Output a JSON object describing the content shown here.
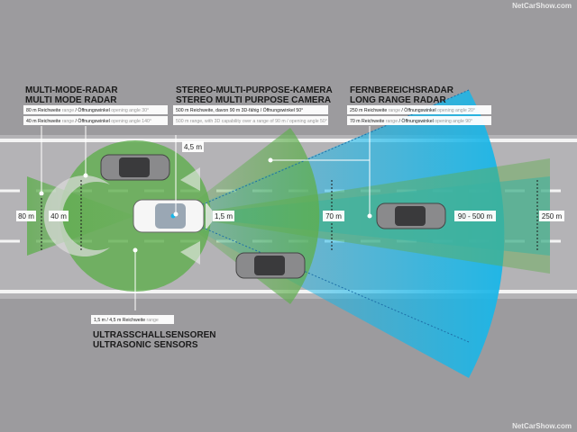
{
  "watermark": "NetCarShow.com",
  "multi_mode_radar": {
    "title_de": "MULTI-MODE-RADAR",
    "title_en": "MULTI MODE RADAR",
    "line1": {
      "de": "80 m Reichweite",
      "en": "range",
      "sep": " / ",
      "de2": "Öffnungswinkel",
      "en2": "opening angle 30°"
    },
    "line2": {
      "de": "40 m Reichweite",
      "en": "range",
      "sep": " / ",
      "de2": "Öffnungswinkel",
      "en2": "opening angle 140°"
    }
  },
  "stereo_camera": {
    "title_de": "STEREO-MULTI-PURPOSE-KAMERA",
    "title_en": "STEREO MULTI PURPOSE CAMERA",
    "line1": "500 m Reichweite, davon 90 m 3D-fähig / Öffnungswinkel 50°",
    "line2": "500 m range, with 3D capability over a range of 90 m / opening angle 50°"
  },
  "long_range_radar": {
    "title_de": "FERNBEREICHSRADAR",
    "title_en": "LONG RANGE RADAR",
    "line1": {
      "de": "250 m Reichweite",
      "en": "range",
      "sep": " / ",
      "de2": "Öffnungswinkel",
      "en2": "opening angle 20°"
    },
    "line2": {
      "de": "70 m Reichweite",
      "en": "range",
      "sep": " / ",
      "de2": "Öffnungswinkel",
      "en2": "opening angle 90°"
    }
  },
  "ultrasonic": {
    "title_de": "ULTRASSCHALLSENSOREN",
    "title_en": "ULTRASONIC SENSORS",
    "line1": {
      "de": "1,5 m / 4,5 m Reichweite",
      "en": "range"
    }
  },
  "distances": {
    "d80": "80 m",
    "d40": "40 m",
    "d4_5": "4,5 m",
    "d1_5": "1,5 m",
    "d70": "70 m",
    "d90_500": "90 - 500 m",
    "d250": "250 m"
  },
  "colors": {
    "radar_green": "#5fae4e",
    "long_range_blue": "#19b6e8",
    "road": "#b4b3b6",
    "background": "#9c9b9e"
  }
}
